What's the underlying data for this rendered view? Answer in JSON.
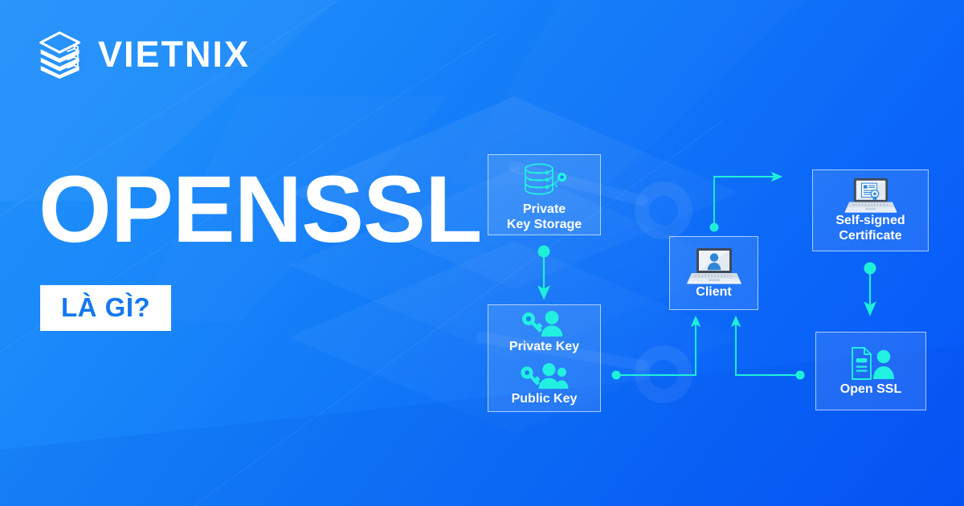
{
  "brand": {
    "name": "VIETNIX",
    "logo_icon": "stacked-layers-icon"
  },
  "hero": {
    "title": "OPENSSL",
    "subtitle_badge": "LÀ GÌ?"
  },
  "colors": {
    "background_top_left": "#2492fb",
    "background_bottom_right": "#0654f7",
    "accent_cyan": "#22f0e0",
    "arrow_cyan": "#1ef0d8",
    "text_white": "#ffffff",
    "badge_text_blue": "#1478f0",
    "node_border": "rgba(255,255,255,0.62)",
    "node_fill": "rgba(255,255,255,0.10)",
    "icon_blue": "#2f86d6",
    "icon_light": "#f2f5f8"
  },
  "diagram": {
    "type": "flow-diagram",
    "nodes": [
      {
        "id": "private-key-storage",
        "label": "Private\nKey Storage",
        "icon": "database-key-icon",
        "icon_style": "cyan-outline"
      },
      {
        "id": "key-pair",
        "rows": [
          {
            "label": "Private Key",
            "icon": "key-single-person-icon",
            "icon_style": "cyan-solid"
          },
          {
            "label": "Public Key",
            "icon": "key-group-people-icon",
            "icon_style": "cyan-solid"
          }
        ]
      },
      {
        "id": "client",
        "label": "Client",
        "icon": "laptop-user-icon",
        "icon_style": "flat-blue-white"
      },
      {
        "id": "self-signed-certificate",
        "label": "Self-signed\nCertificate",
        "icon": "laptop-certificate-icon",
        "icon_style": "flat-blue-white"
      },
      {
        "id": "open-ssl",
        "label": "Open SSL",
        "icon": "document-person-icon",
        "icon_style": "cyan-outline"
      }
    ],
    "connections": [
      {
        "id": "pks-to-keypair",
        "from": "private-key-storage",
        "to": "key-pair",
        "shape": "straight-down",
        "start_marker": "dot",
        "end_marker": "arrow"
      },
      {
        "id": "client-to-cert",
        "from": "client",
        "to": "self-signed-certificate",
        "shape": "up-then-right",
        "start_marker": "dot",
        "end_marker": "arrow"
      },
      {
        "id": "cert-to-ossl",
        "from": "self-signed-certificate",
        "to": "open-ssl",
        "shape": "straight-down",
        "start_marker": "dot",
        "end_marker": "arrow"
      },
      {
        "id": "keypair-to-client",
        "from": "key-pair",
        "to": "client",
        "shape": "right-then-up",
        "start_marker": "dot",
        "end_marker": "arrow"
      },
      {
        "id": "ossl-to-client",
        "from": "open-ssl",
        "to": "client",
        "shape": "left-then-up",
        "start_marker": "dot",
        "end_marker": "arrow"
      }
    ]
  }
}
